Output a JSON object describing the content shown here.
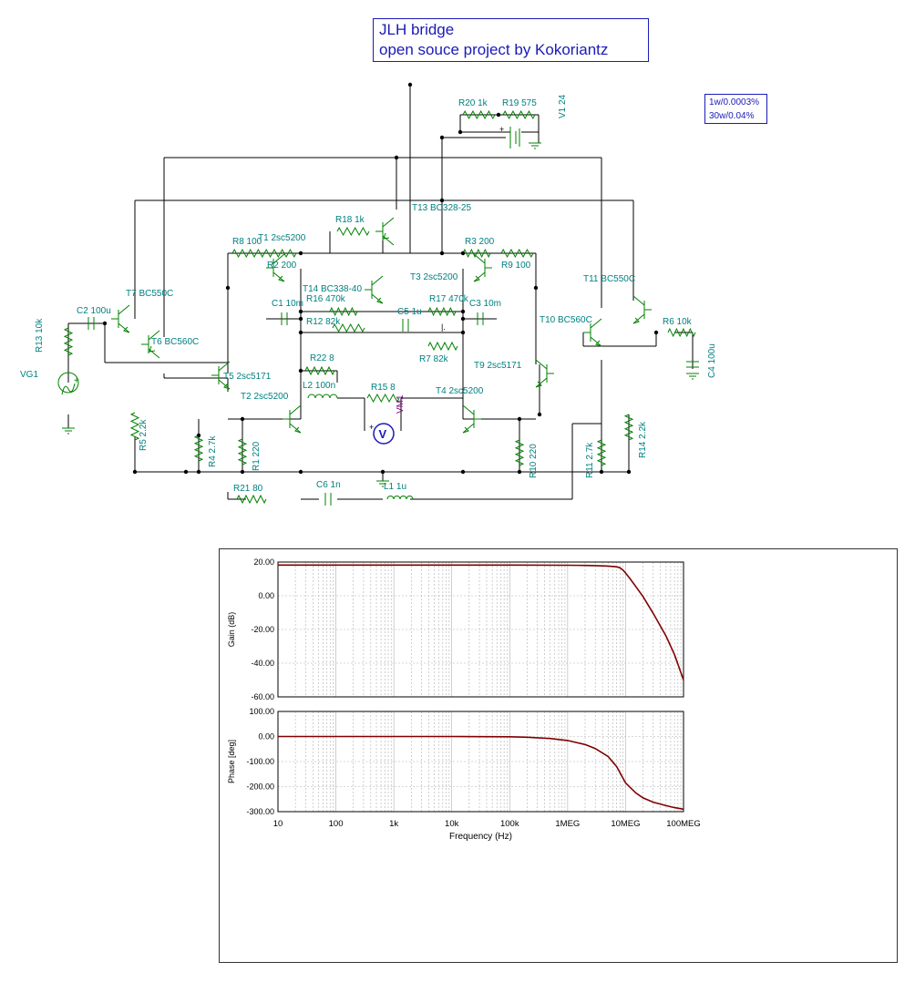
{
  "header": {
    "title_line1": "JLH bridge",
    "title_line2": " open souce project by Kokoriantz"
  },
  "note": {
    "line1": "1w/0.0003%",
    "line2": "30w/0.04%"
  },
  "components": [
    {
      "id": "r20",
      "label": "R20 1k"
    },
    {
      "id": "r19",
      "label": "R19 575"
    },
    {
      "id": "v1",
      "label": "V1 24"
    },
    {
      "id": "r18",
      "label": "R18 1k"
    },
    {
      "id": "t13",
      "label": "T13 BC328-25"
    },
    {
      "id": "r8",
      "label": "R8 100"
    },
    {
      "id": "t1",
      "label": "T1 2sc5200"
    },
    {
      "id": "r3",
      "label": "R3 200"
    },
    {
      "id": "r2",
      "label": "R2 200"
    },
    {
      "id": "r9",
      "label": "R9 100"
    },
    {
      "id": "t14",
      "label": "T14 BC338-40"
    },
    {
      "id": "t3",
      "label": "T3 2sc5200"
    },
    {
      "id": "t7",
      "label": "T7 BC550C"
    },
    {
      "id": "t11",
      "label": "T11 BC550C"
    },
    {
      "id": "c1",
      "label": "C1 10m"
    },
    {
      "id": "r16",
      "label": "R16 470k"
    },
    {
      "id": "r17",
      "label": "R17 470k"
    },
    {
      "id": "c3",
      "label": "C3 10m"
    },
    {
      "id": "c2",
      "label": "C2 100u"
    },
    {
      "id": "c5",
      "label": "C5 1u"
    },
    {
      "id": "r12",
      "label": "R12 82k"
    },
    {
      "id": "t10",
      "label": "T10 BC560C"
    },
    {
      "id": "r6",
      "label": "R6 10k"
    },
    {
      "id": "r13",
      "label": "R13 10k"
    },
    {
      "id": "t6",
      "label": "T6 BC560C"
    },
    {
      "id": "r7",
      "label": "R7 82k"
    },
    {
      "id": "c4",
      "label": "C4 100u"
    },
    {
      "id": "vg1",
      "label": "VG1"
    },
    {
      "id": "r22",
      "label": "R22 8"
    },
    {
      "id": "t9",
      "label": "T9 2sc5171"
    },
    {
      "id": "t5",
      "label": "T5 2sc5171"
    },
    {
      "id": "l2",
      "label": "L2 100n"
    },
    {
      "id": "r15",
      "label": "R15 8"
    },
    {
      "id": "t2",
      "label": "T2 2sc5200"
    },
    {
      "id": "t4",
      "label": "T4 2sc5200"
    },
    {
      "id": "vm1",
      "label": "VM1"
    },
    {
      "id": "r5",
      "label": "R5 2.2k"
    },
    {
      "id": "r4",
      "label": "R4 2.7k"
    },
    {
      "id": "r1",
      "label": "R1 220"
    },
    {
      "id": "r10",
      "label": "R10 220"
    },
    {
      "id": "r11",
      "label": "R11 2.7k"
    },
    {
      "id": "r14",
      "label": "R14 2.2k"
    },
    {
      "id": "r21",
      "label": "R21 80"
    },
    {
      "id": "c6",
      "label": "C6 1n"
    },
    {
      "id": "l1",
      "label": "L1 1u"
    }
  ],
  "glyphs": {
    "plus": "+",
    "voltmeter": "V",
    "cap_plus": "+",
    "c5_marker": "|."
  },
  "colors": {
    "wire": "#000000",
    "component": "#008000",
    "label": "#008080",
    "title": "#1a1ab8",
    "meter": "#1a1ab8",
    "meter_label": "#800080",
    "curve": "#800000",
    "grid": "#b0b0b0"
  },
  "chart_data": [
    {
      "type": "line",
      "title": "",
      "xlabel": "",
      "ylabel": "Gain (dB)",
      "xscale": "log",
      "xlim": [
        10,
        100000000
      ],
      "ylim": [
        -60,
        20
      ],
      "grid": true,
      "yticks": [
        "20.00",
        "0.00",
        "-20.00",
        "-40.00",
        "-60.00"
      ],
      "series": [
        {
          "x": [
            10,
            100,
            1000,
            10000,
            100000,
            1000000,
            2000000,
            3000000,
            5000000,
            7000000,
            8000000,
            9000000,
            10000000,
            12000000,
            15000000,
            20000000,
            30000000,
            50000000,
            70000000,
            100000000
          ],
          "y": [
            18.2,
            18.2,
            18.2,
            18.2,
            18.2,
            18.1,
            18.0,
            17.9,
            17.6,
            17.2,
            16.6,
            15.3,
            13.5,
            10.0,
            5.5,
            -0.5,
            -10.5,
            -24.0,
            -35.0,
            -50.0
          ]
        }
      ]
    },
    {
      "type": "line",
      "title": "",
      "xlabel": "Frequency (Hz)",
      "ylabel": "Phase [deg]",
      "xscale": "log",
      "xlim": [
        10,
        100000000
      ],
      "ylim": [
        -300,
        100
      ],
      "grid": true,
      "yticks": [
        "100.00",
        "0.00",
        "-100.00",
        "-200.00",
        "-300.00"
      ],
      "xticks": [
        "10",
        "100",
        "1k",
        "10k",
        "100k",
        "1MEG",
        "10MEG",
        "100MEG"
      ],
      "series": [
        {
          "x": [
            10,
            1000,
            10000,
            100000,
            200000,
            500000,
            1000000,
            2000000,
            3000000,
            5000000,
            7000000,
            10000000,
            15000000,
            20000000,
            30000000,
            50000000,
            70000000,
            100000000
          ],
          "y": [
            0,
            0,
            0,
            -1,
            -3,
            -8,
            -16,
            -32,
            -48,
            -80,
            -120,
            -185,
            -225,
            -245,
            -262,
            -276,
            -284,
            -290
          ]
        }
      ]
    }
  ]
}
